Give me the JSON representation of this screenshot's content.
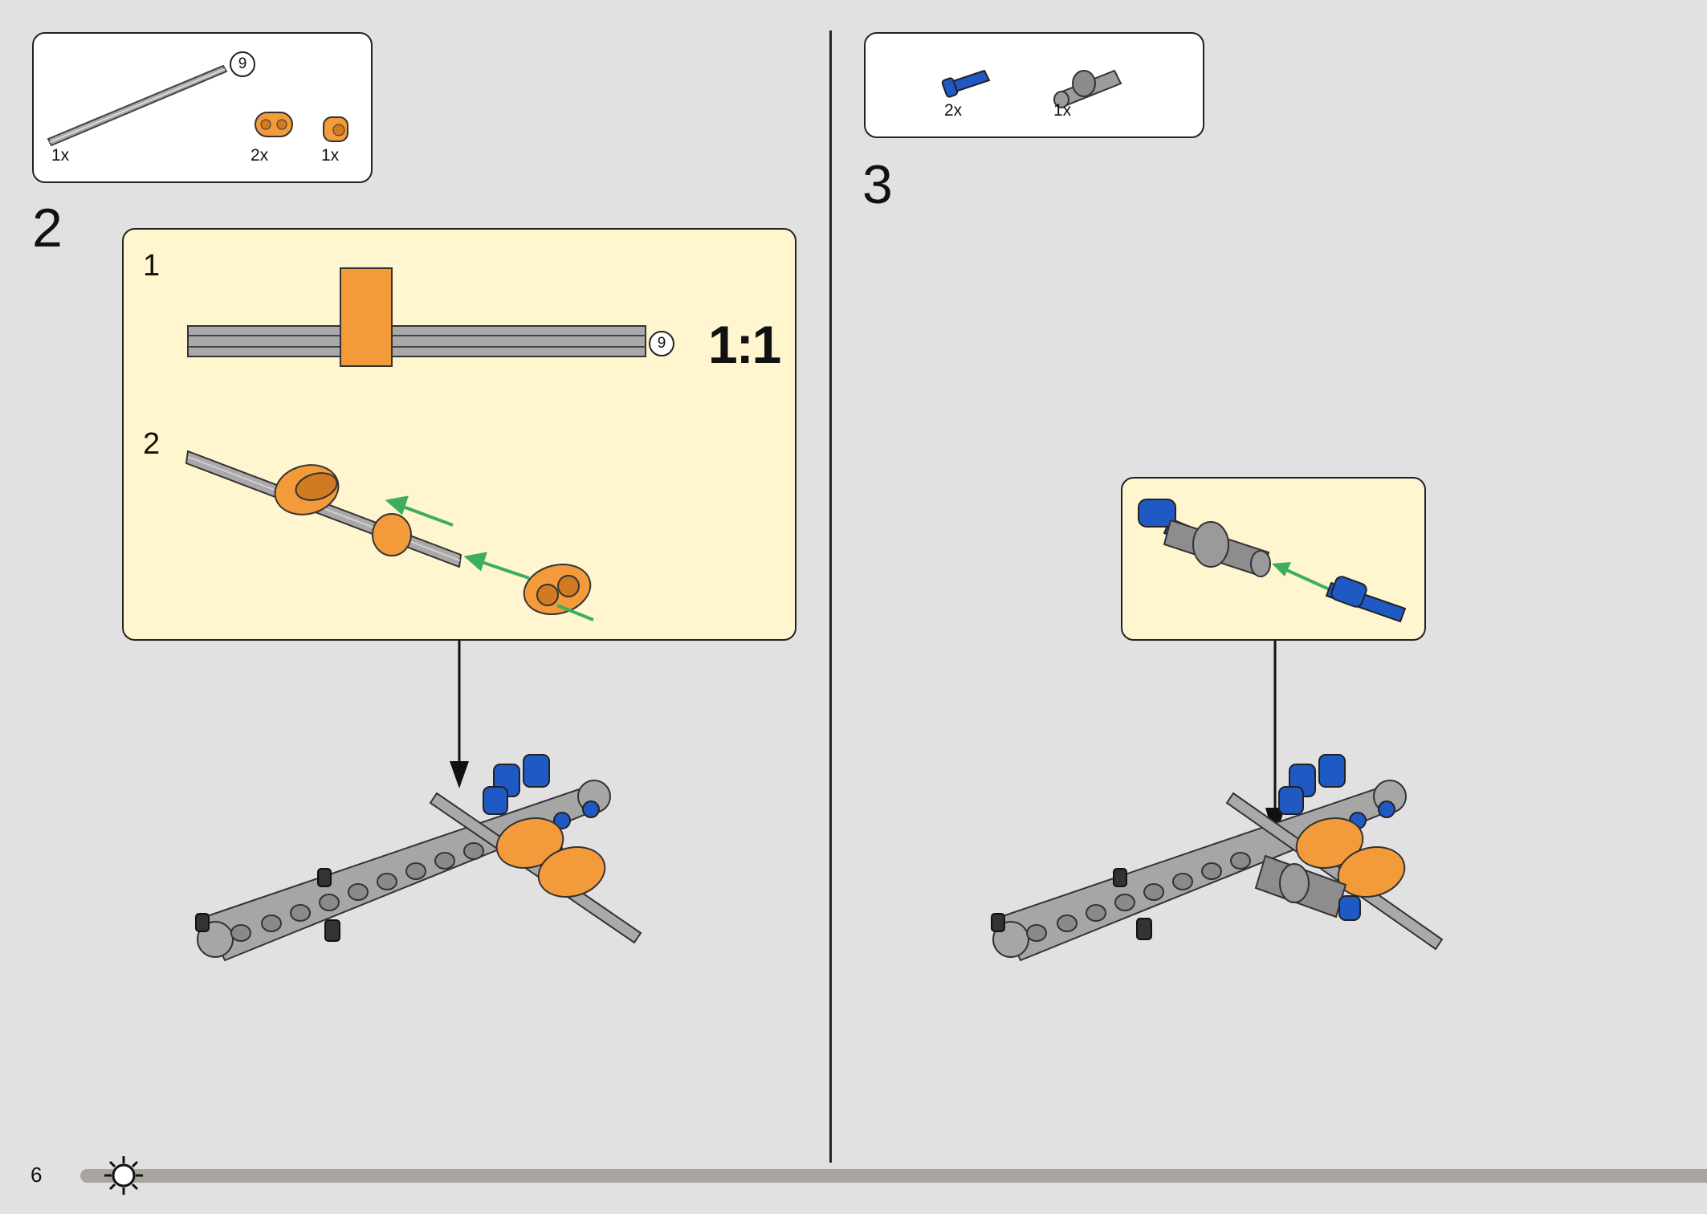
{
  "page": {
    "number": "6"
  },
  "step2": {
    "number": "2",
    "parts": [
      {
        "name": "axle-9",
        "qty": "1x",
        "length": "9"
      },
      {
        "name": "orange-beam",
        "qty": "2x"
      },
      {
        "name": "orange-bush",
        "qty": "1x"
      }
    ],
    "sub1_number": "1",
    "sub1_length": "9",
    "scale": "1:1",
    "sub2_number": "2"
  },
  "step3": {
    "number": "3",
    "parts": [
      {
        "name": "blue-pin",
        "qty": "2x"
      },
      {
        "name": "grey-connector",
        "qty": "1x"
      }
    ]
  },
  "icons": [
    "gear-icon"
  ],
  "colors": {
    "orange": "#f39a3a",
    "blue": "#1e59c4",
    "grey": "#9c9c9c",
    "sub_bg": "#fff6d0",
    "page_bg": "#e1e1e1",
    "arrow_green": "#3dae5a"
  }
}
